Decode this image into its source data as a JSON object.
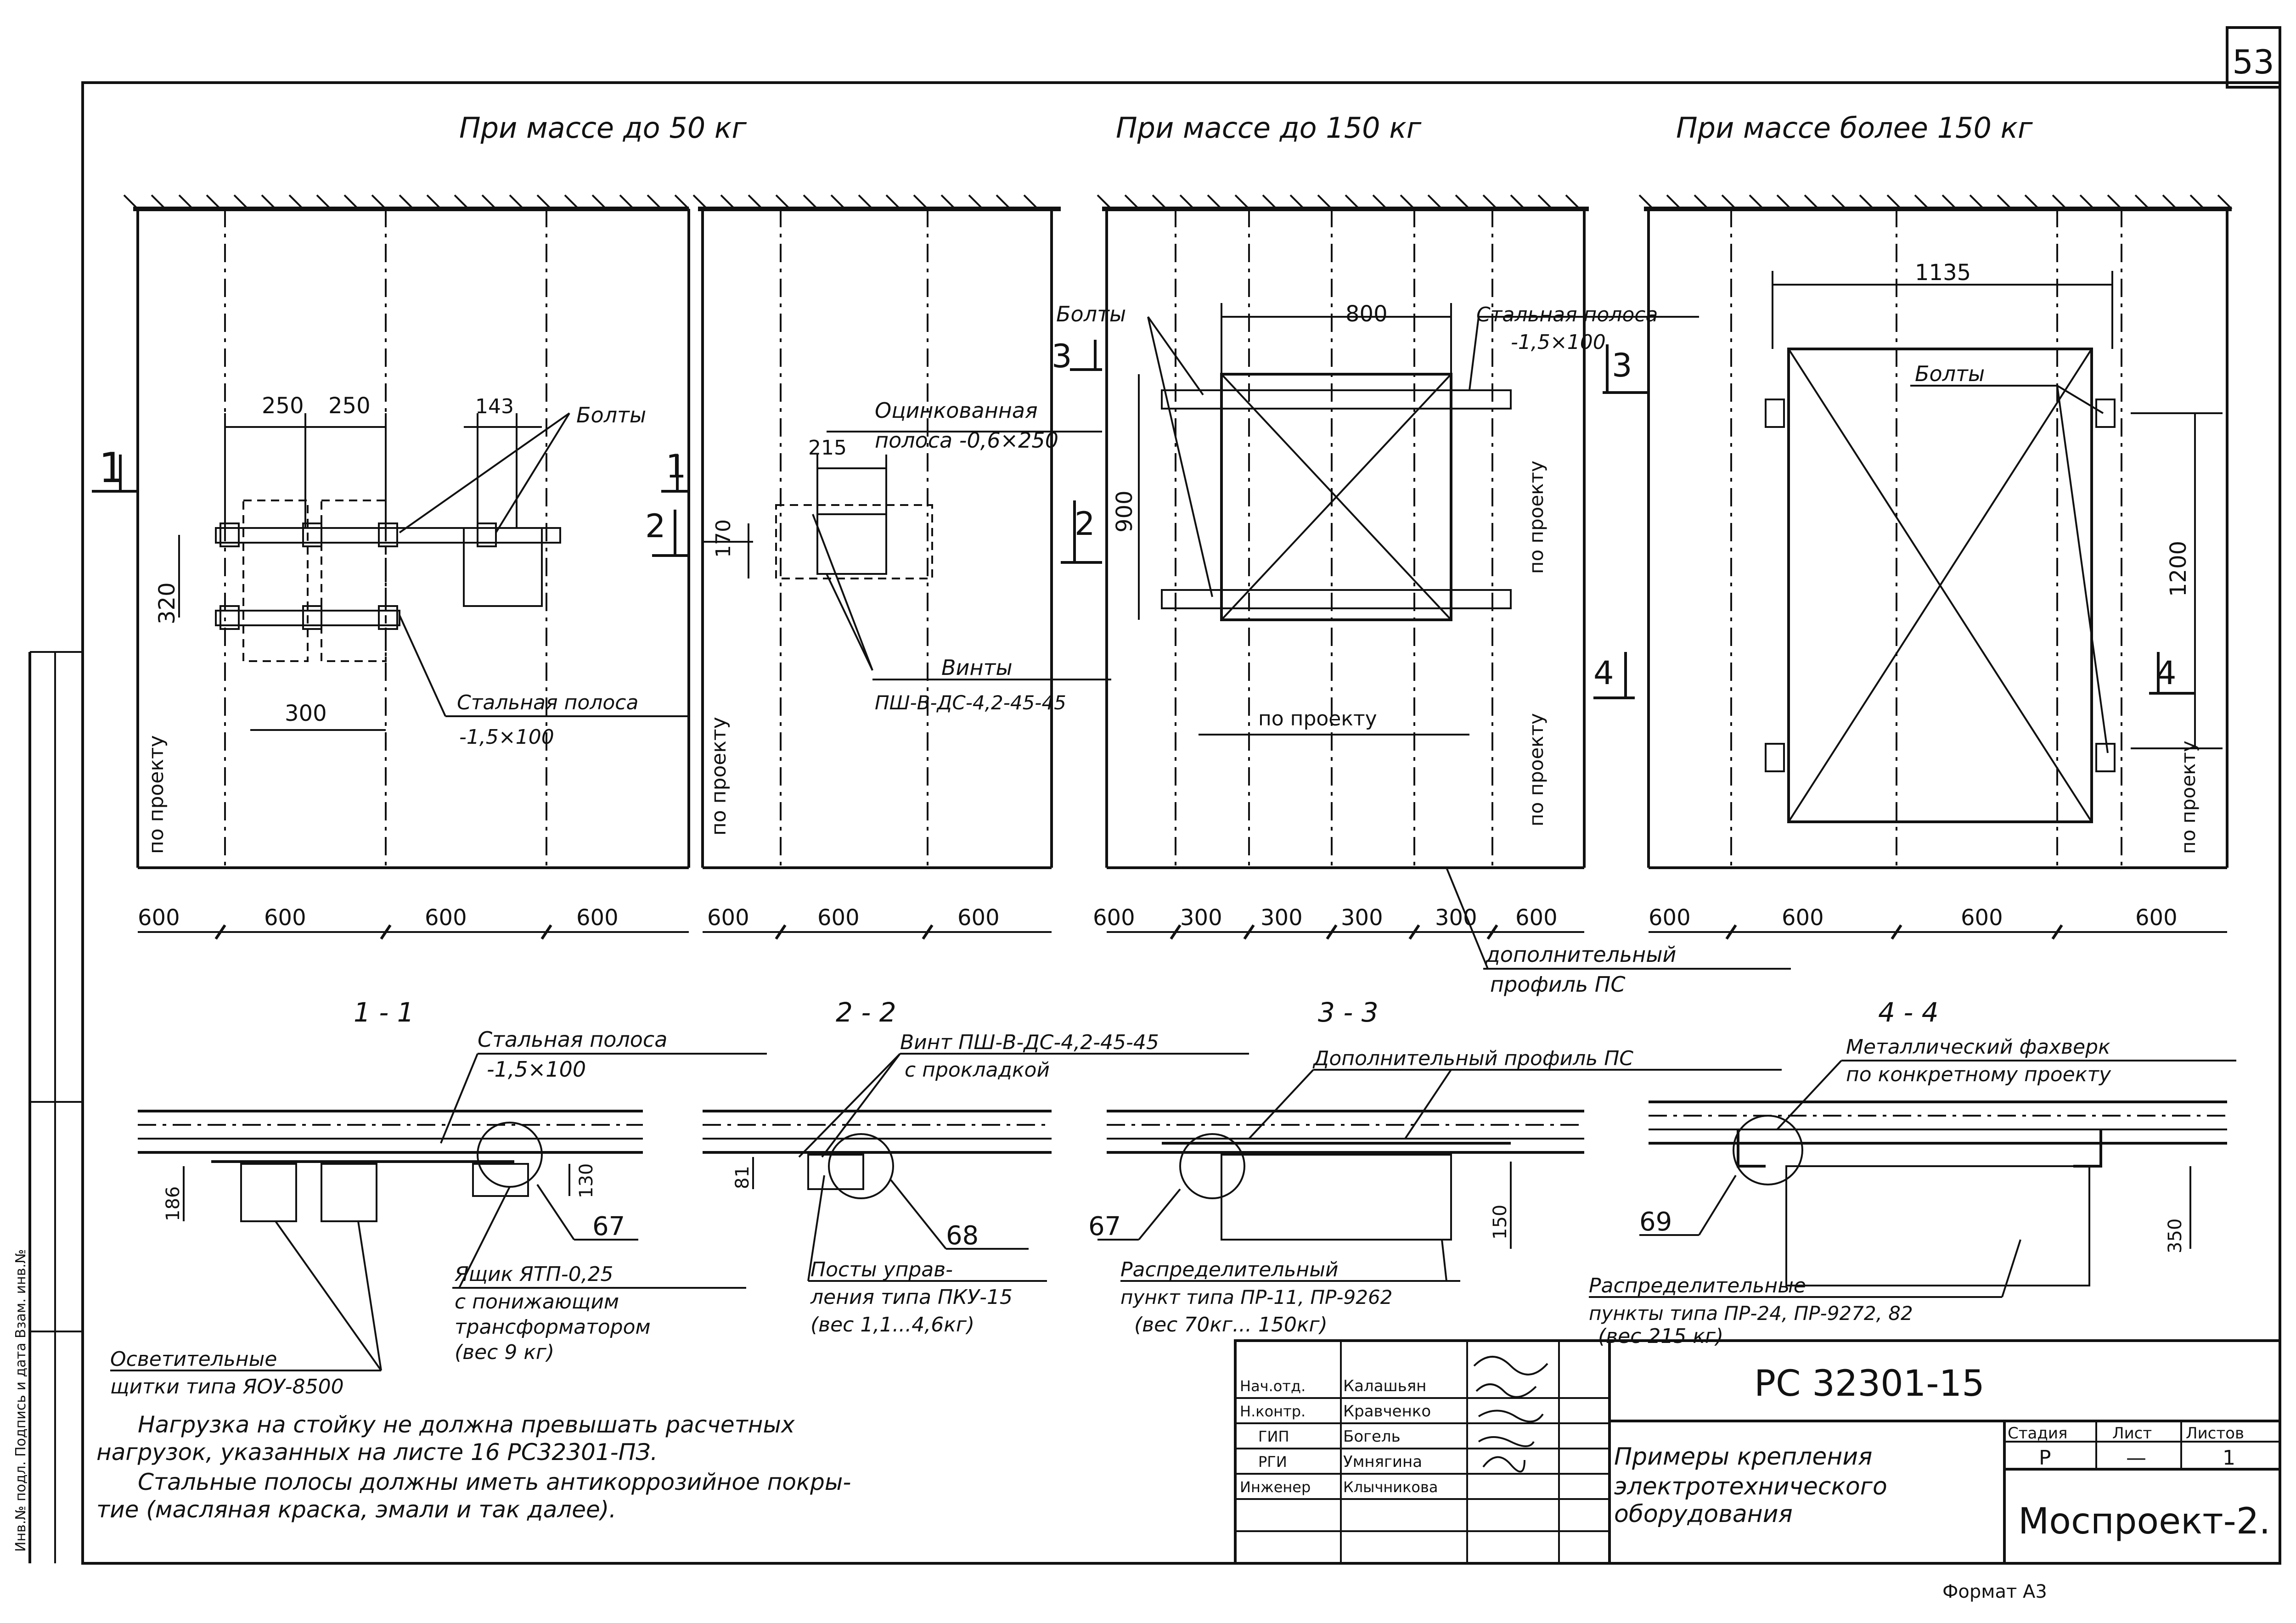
{
  "sheet": {
    "number": "53"
  },
  "headers": {
    "h1": "При массе до 50 кг",
    "h2": "При массе до 150 кг",
    "h3": "При массе более 150 кг"
  },
  "plan_labels": {
    "dim_250a": "250",
    "dim_250b": "250",
    "dim_143": "143",
    "dim_320": "320",
    "dim_300": "300",
    "bolts_1": "Болты",
    "strip_1": "Стальная полоса",
    "strip_1_size": "-1,5×100",
    "po_proektu_1": "по проекту",
    "galv_strip": "Оцинкованная",
    "galv_strip_size": "полоса -0,6×250",
    "dim_215": "215",
    "dim_170": "170",
    "screws": "Винты",
    "screws_type": "ПШ-В-ДС-4,2-45-45",
    "po_proektu_2": "по проекту",
    "bolts_3": "Болты",
    "dim_800": "800",
    "strip_3": "Стальная полоса",
    "strip_3_size": "-1,5×100",
    "dim_900": "900",
    "po_proektu_3a": "по проекту",
    "po_proektu_3b": "по проекту",
    "po_proektu_3c": "по проекту",
    "dim_1135": "1135",
    "bolts_4": "Болты",
    "dim_1200": "1200",
    "po_proektu_4": "по проекту"
  },
  "section_marks": {
    "s1a": "1",
    "s1b": "1",
    "s2a": "2",
    "s2b": "2",
    "s3a": "3",
    "s3b": "3",
    "s4a": "4",
    "s4b": "4"
  },
  "bottom_dims": {
    "p1": [
      "600",
      "600",
      "600",
      "600"
    ],
    "p2": [
      "600",
      "600",
      "600"
    ],
    "p3": [
      "600",
      "300",
      "300",
      "300",
      "300",
      "600"
    ],
    "p4": [
      "600",
      "600",
      "600",
      "600"
    ]
  },
  "extra_profile": {
    "l1": "дополнительный",
    "l2": "профиль ПС"
  },
  "sections": {
    "t1": "1 - 1",
    "t2": "2 - 2",
    "t3": "3 - 3",
    "t4": "4 - 4",
    "s1_note": "Стальная полоса",
    "s1_note_size": "-1,5×100",
    "s1_dim186": "186",
    "s1_dim130": "130",
    "s1_ref": "67",
    "s2_note": "Винт ПШ-В-ДС-4,2-45-45",
    "s2_note_b": "с прокладкой",
    "s2_dim81": "81",
    "s2_ref": "68",
    "s3_note": "Дополнительный профиль ПС",
    "s3_ref": "67",
    "s3_dim150": "150",
    "s4_note": "Металлический фахверк",
    "s4_note_b": "по конкретному проекту",
    "s4_ref": "69",
    "s4_dim350": "350"
  },
  "equipment": {
    "box_1": "Ящик ЯТП-0,25",
    "box_2": "с понижающим",
    "box_3": "трансформатором",
    "box_4": "(вес 9 кг)",
    "light_1": "Осветительные",
    "light_2": "щитки типа ЯОУ-8500",
    "posts_1": "Посты управ-",
    "posts_2": "ления типа ПКУ-15",
    "posts_3": "(вес 1,1...4,6кг)",
    "dist_1": "Распределительный",
    "dist_2": "пункт типа ПР-11, ПР-9262",
    "dist_3": "(вес 70кг... 150кг)",
    "dist4_1": "Распределительные",
    "dist4_2": "пункты типа ПР-24, ПР-9272, 82",
    "dist4_3": "(вес 215 кг)"
  },
  "notes": {
    "n1": "Нагрузка на стойку не должна превышать расчетных",
    "n2": "нагрузок, указанных на листе 16 РС32301-ПЗ.",
    "n3": "Стальные полосы должны иметь антикоррозийное покры-",
    "n4": "тие (масляная краска, эмали и так далее)."
  },
  "title_block": {
    "doc_code": "РС 32301-15",
    "title_1": "Примеры крепления",
    "title_2": "электротехнического",
    "title_3": "оборудования",
    "stage_hdr": "Стадия",
    "sheet_hdr": "Лист",
    "sheets_hdr": "Листов",
    "stage": "Р",
    "sheet": "—",
    "sheets": "1",
    "org": "Моспроект-2.",
    "roles": [
      {
        "role": "Нач.отд.",
        "name": "Калашьян"
      },
      {
        "role": "Н.контр.",
        "name": "Кравченко"
      },
      {
        "role": "ГИП",
        "name": "Богель"
      },
      {
        "role": "РГИ",
        "name": "Умнягина"
      },
      {
        "role": "Инженер",
        "name": "Клычникова"
      }
    ]
  },
  "left_margin": {
    "text": "Инв.№ подл. Подпись и дата Взам. инв.№"
  },
  "footer": {
    "format": "Формат А3"
  }
}
